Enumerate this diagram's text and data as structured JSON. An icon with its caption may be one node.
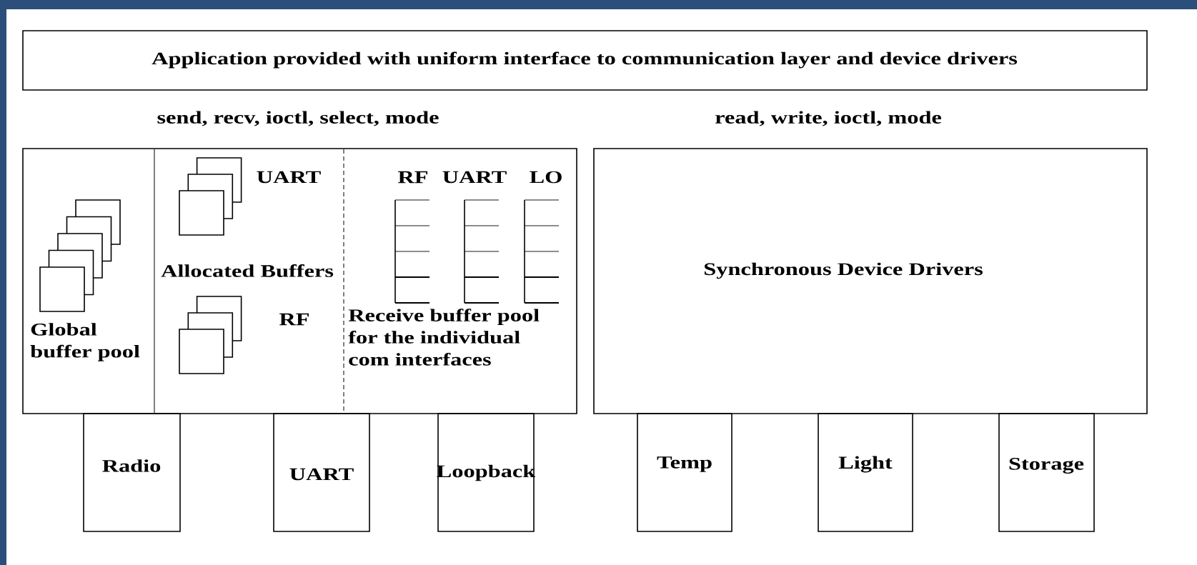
{
  "diagram": {
    "nodes": [
      {
        "text": [
          "Application provided with uniform interface to communication layer and device drivers"
        ]
      },
      {
        "text": [],
        "shape": "box"
      },
      {
        "text": [
          "Global buffer pool"
        ],
        "in": 1
      },
      {
        "text": [
          "UART",
          "Allocated Buffers",
          "RF"
        ],
        "in": 1
      },
      {
        "text": [
          "RF",
          "UART",
          "LO",
          "Receive buffer pool for the individual com interfaces"
        ],
        "in": 1
      },
      {
        "text": [
          "Synchronous Device Drivers"
        ]
      },
      {
        "text": [
          "Radio"
        ]
      },
      {
        "text": [
          "UART"
        ]
      },
      {
        "text": [
          "Loopback"
        ]
      },
      {
        "text": [
          "Temp"
        ]
      },
      {
        "text": [
          "Light"
        ]
      },
      {
        "text": [
          "Storage"
        ]
      }
    ],
    "labels": [
      "send, recv, ioctl, select, mode",
      "read, write, ioctl, mode"
    ]
  }
}
